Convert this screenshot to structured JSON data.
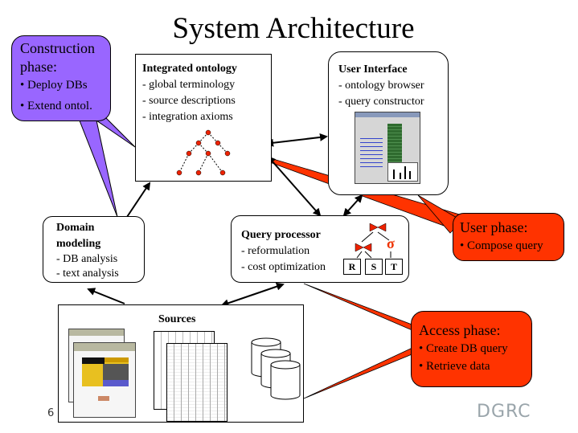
{
  "slide": {
    "title": "System Architecture",
    "page_number": "6",
    "logo_text": "DGRC"
  },
  "boxes": {
    "ontology": {
      "heading": "Integrated ontology",
      "lines": [
        "- global terminology",
        "- source descriptions",
        "- integration axioms"
      ]
    },
    "user_interface": {
      "heading": "User Interface",
      "lines": [
        "- ontology browser",
        "- query constructor"
      ]
    },
    "domain_modeling": {
      "heading_line1": "Domain",
      "heading_line2": "modeling",
      "lines": [
        "- DB analysis",
        "- text analysis"
      ]
    },
    "query_processor": {
      "heading": "Query processor",
      "lines": [
        "- reformulation",
        "- cost optimization"
      ],
      "relations": [
        "R",
        "S",
        "T"
      ],
      "select_symbol": "σ"
    },
    "sources": {
      "heading": "Sources"
    }
  },
  "callouts": {
    "construction": {
      "title_line1": "Construction",
      "title_line2": "phase:",
      "bullets": [
        "• Deploy DBs",
        "• Extend ontol."
      ],
      "color": "#9966ff"
    },
    "user": {
      "title": "User phase:",
      "bullets": [
        "• Compose query"
      ],
      "color": "#ff3300"
    },
    "access": {
      "title": "Access phase:",
      "bullets": [
        "• Create DB query",
        "• Retrieve data"
      ],
      "color": "#ff3300"
    }
  },
  "colors": {
    "tree_node": "#ee2200",
    "bowtie": "#ee2200",
    "select": "#ee3300"
  }
}
